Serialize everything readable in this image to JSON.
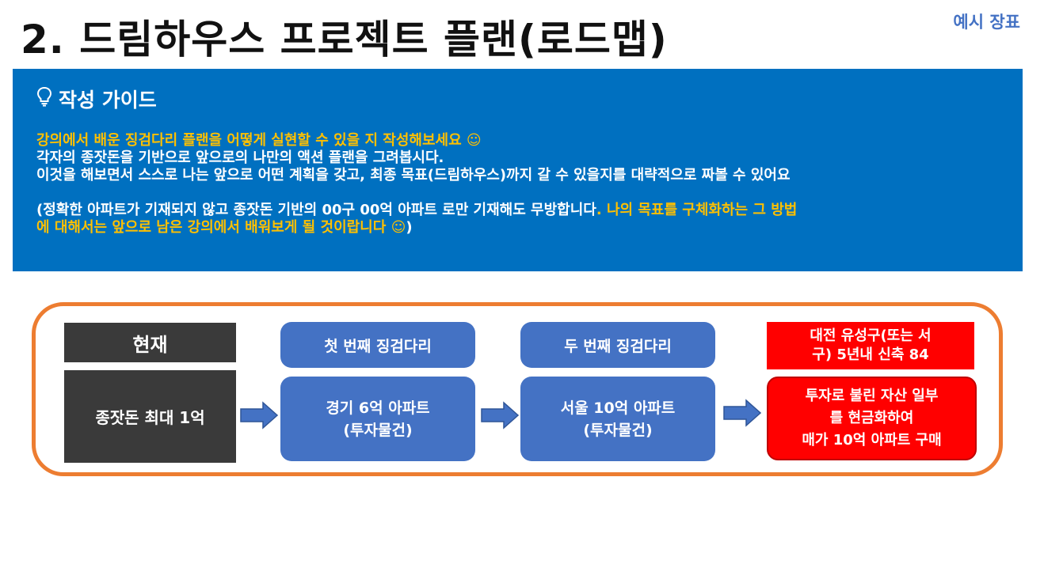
{
  "header": {
    "title": "2. 드림하우스 프로젝트 플랜(로드맵)",
    "tag": "예시 장표"
  },
  "guide": {
    "icon": "lightbulb-icon",
    "title": "작성 가이드",
    "line1": "강의에서 배운 징검다리 플랜을 어떻게 실현할 수 있을 지 작성해보세요 ☺",
    "line2": "각자의 종잣돈을 기반으로 앞으로의 나만의 액션 플랜을 그려봅시다.",
    "line3": "이것을 해보면서 스스로 나는 앞으로 어떤 계획을 갖고, 최종 목표(드림하우스)까지 갈 수 있을지를 대략적으로 짜볼 수 있어요",
    "line4_white": "(정확한 아파트가 기재되지 않고 종잣돈 기반의 00구 00억 아파트 로만 기재해도 무방합니다",
    "line4_yellow": ". 나의 목표를 구체화하는 그 방법",
    "line5_yellow": "에 대해서는 앞으로 남은 강의에서 배워보게 될 것이랍니다 ☺",
    "line5_white": ")"
  },
  "roadmap": {
    "current_label": "현재",
    "current_value": "종잣돈 최대 1억",
    "step1_label": "첫 번째 징검다리",
    "step1_value_line1": "경기 6억 아파트",
    "step1_value_line2": "(투자물건)",
    "step2_label": "두 번째 징검다리",
    "step2_value_line1": "서울 10억 아파트",
    "step2_value_line2": "(투자물건)",
    "goal_label_line1": "대전 유성구(또는 서",
    "goal_label_line2": "구) 5년내 신축 84",
    "goal_value_line1": "투자로 불린 자산 일부",
    "goal_value_line2": "를 현금화하여",
    "goal_value_line3": "매가 10억 아파트 구매"
  },
  "colors": {
    "guide_bg": "#0070C0",
    "highlight": "#FFC000",
    "frame": "#ED7D31",
    "step_box": "#4472C4",
    "goal_box": "#FF0000",
    "current_box": "#3A3A3A"
  }
}
